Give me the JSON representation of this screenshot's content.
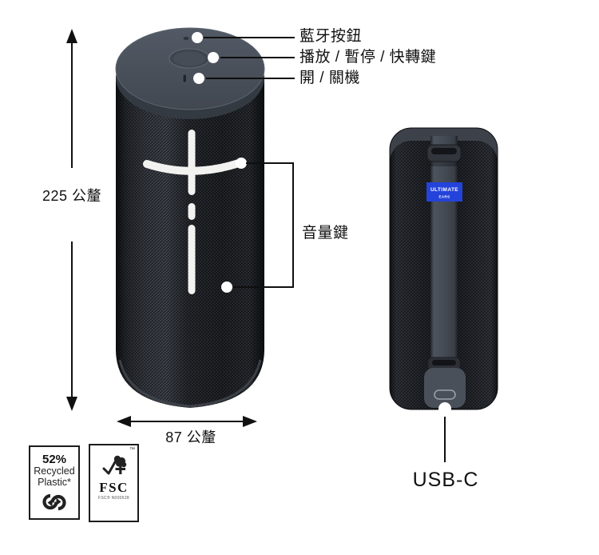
{
  "callouts": {
    "bluetooth": "藍牙按鈕",
    "play_pause": "播放 / 暫停 / 快轉鍵",
    "power": "開 / 關機",
    "volume": "音量鍵",
    "usb": "USB-C"
  },
  "dimensions": {
    "height": "225 公釐",
    "width": "87 公釐"
  },
  "badges": {
    "recycled": {
      "percent": "52%",
      "line1": "Recycled",
      "line2": "Plastic*"
    },
    "fsc": {
      "trademark": "™",
      "name": "FSC",
      "license": "FSC® N000628"
    }
  },
  "brand": {
    "line1": "ULTIMATE",
    "line2": "EARS"
  },
  "icons": {
    "recycle_loop": "recycle-loop-icon",
    "fsc_tree": "fsc-tree-icon"
  },
  "colors": {
    "background": "#ffffff",
    "line": "#111111",
    "text": "#111111",
    "speaker_cap": "#4a515b",
    "speaker_mesh": "#1d2024",
    "brand_blue": "#2443da"
  }
}
